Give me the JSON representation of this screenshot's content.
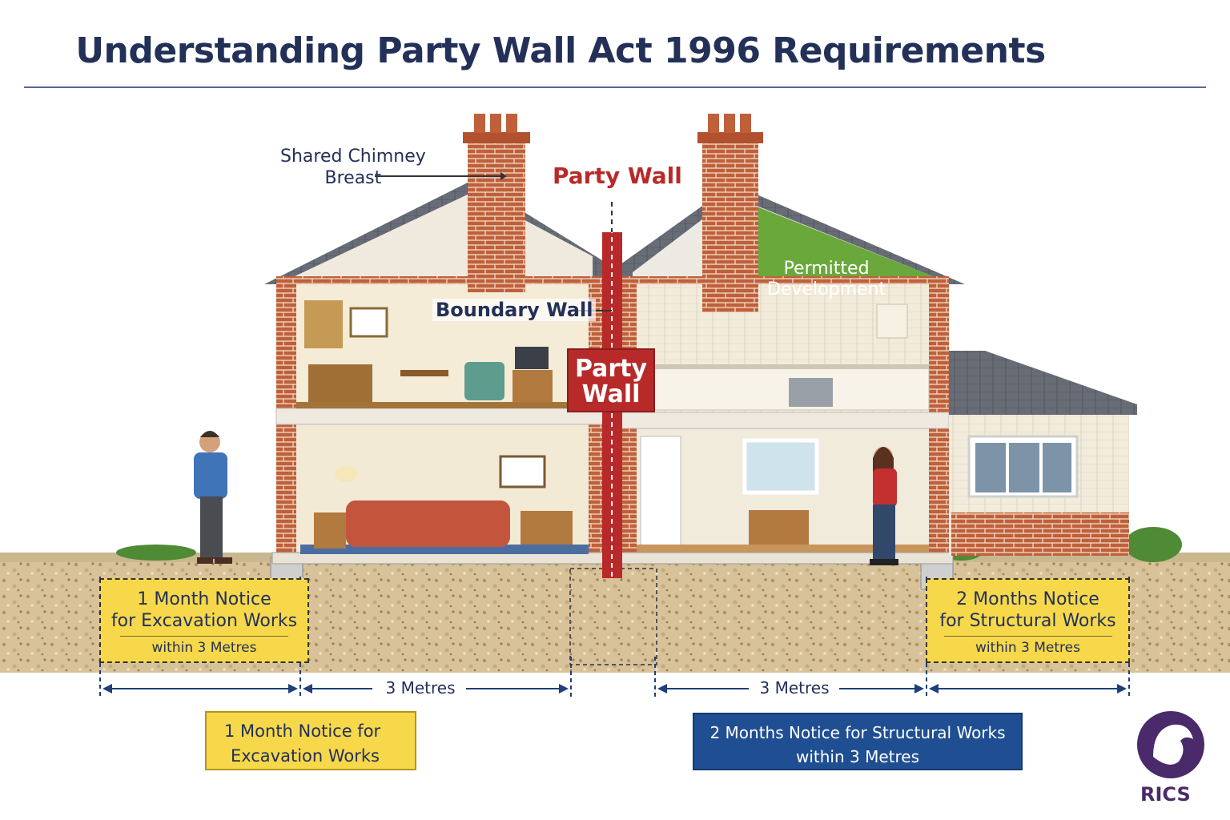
{
  "title": "Understanding Party Wall Act 1996 Requirements",
  "labels": {
    "shared_chimney": "Shared Chimney\nBreast",
    "party_wall_top": "Party Wall",
    "party_wall_center": "Party\nWall",
    "boundary_wall": "Boundary Wall",
    "permitted_development": "Permitted\nDevelopment"
  },
  "left_zone": {
    "line1": "1 Month Notice",
    "line2": "for Excavation Works",
    "line3": "within 3 Metres"
  },
  "right_zone": {
    "line1": "2 Months Notice",
    "line2": "for Structural Works",
    "line3": "within 3 Metres"
  },
  "measure_left": "3 Metres",
  "measure_right": "3 Metres",
  "bottom_left_box": {
    "line1": "1 Month Notice for",
    "line2": "Excavation Works"
  },
  "bottom_right_box": {
    "line1": "2 Months Notice for Structural Works",
    "line2": "within 3 Metres"
  },
  "logo_text": "RICS",
  "colors": {
    "title": "#233058",
    "party_wall_red": "#b82a2a",
    "brick": "#c0603a",
    "permitted_green": "#6aa83c",
    "yellow_box": "#f6d84a",
    "blue_box": "#1f4f92",
    "rics_purple": "#4a2a6a"
  }
}
